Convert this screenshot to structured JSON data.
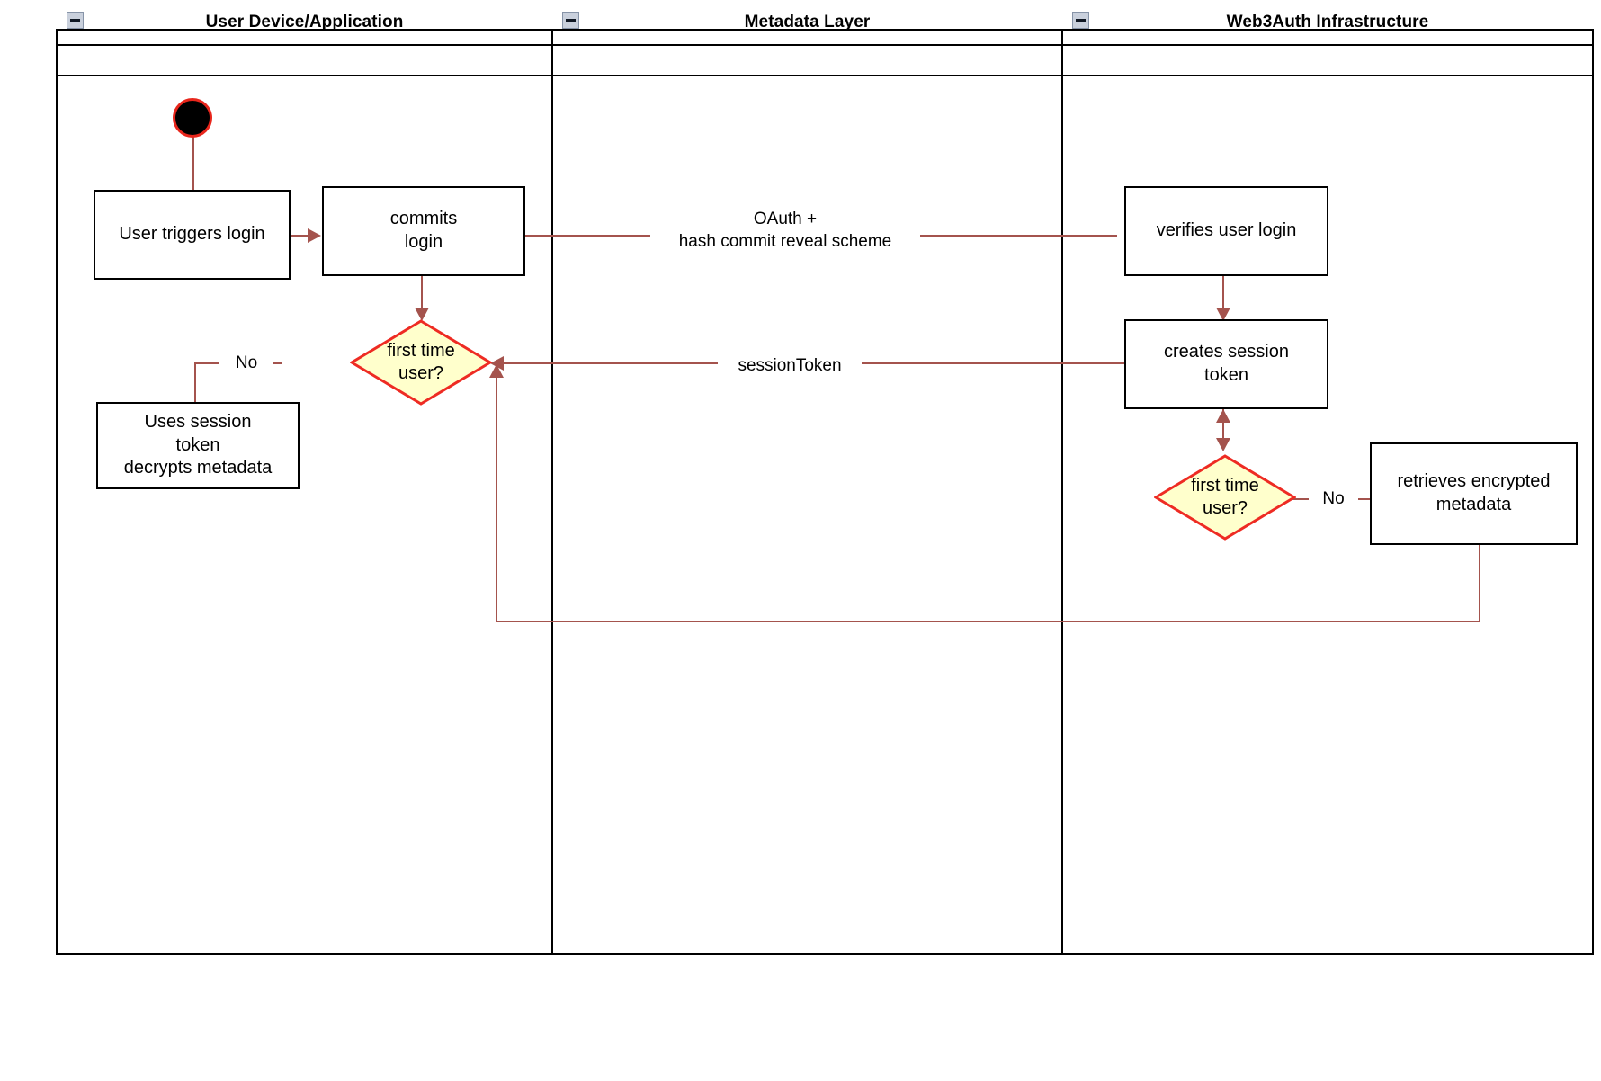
{
  "diagram": {
    "type": "uml-activity-swimlane",
    "title_visible": false
  },
  "lanes": [
    {
      "id": "user-device",
      "title": "User Device/Application",
      "collapse_icon": "minus-icon"
    },
    {
      "id": "metadata-layer",
      "title": "Metadata Layer",
      "collapse_icon": "minus-icon"
    },
    {
      "id": "web3auth",
      "title": "Web3Auth Infrastructure",
      "collapse_icon": "minus-icon"
    }
  ],
  "nodes": {
    "start": {
      "label": "",
      "icon": "start-node-icon"
    },
    "user_triggers_login": {
      "label": "User triggers login"
    },
    "commits_login": {
      "label": "commits\nlogin"
    },
    "first_time_user_left": {
      "label": "first time\nuser?"
    },
    "uses_session_token": {
      "label": "Uses session\ntoken\ndecrypts metadata"
    },
    "verifies_user_login": {
      "label": "verifies user login"
    },
    "creates_session_token": {
      "label": "creates session\ntoken"
    },
    "first_time_user_right": {
      "label": "first time\nuser?"
    },
    "retrieves_encrypted_metadata": {
      "label": "retrieves encrypted\nmetadata"
    }
  },
  "edge_labels": {
    "oauth": "OAuth +\nhash commit reveal scheme",
    "session_token": "sessionToken",
    "no_left": "No",
    "no_right": "No"
  },
  "colors": {
    "connector": "#a4534d",
    "decision_fill": "#ffffcc",
    "decision_stroke": "#ee2b23",
    "node_stroke": "#000000",
    "node_fill": "#ffffff",
    "start_fill": "#000000",
    "start_stroke": "#e8261c",
    "lane_border": "#000000",
    "collapse_icon_fill": "#c9d0dc"
  }
}
